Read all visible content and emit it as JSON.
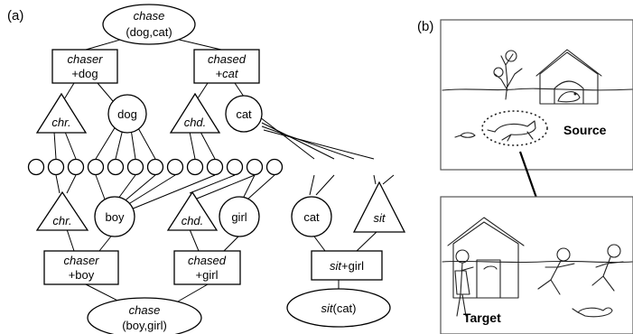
{
  "panel_a": {
    "label": "(a)",
    "top_prop": {
      "pred": "chase",
      "args": "(dog,cat)"
    },
    "chaser_dog": {
      "role": "chaser",
      "filler": "+dog"
    },
    "chased_cat": {
      "role": "chased",
      "filler": "+cat"
    },
    "chr_top": "chr.",
    "dog": "dog",
    "chd_top": "chd.",
    "cat_top": "cat",
    "boy": "boy",
    "girl": "girl",
    "cat_bottom": "cat",
    "chr_bottom": "chr.",
    "chd_bottom": "chd.",
    "sit": "sit",
    "chaser_boy": {
      "role": "chaser",
      "filler": "+boy"
    },
    "chased_girl": {
      "role": "chased",
      "filler": "+girl"
    },
    "sit_girl": {
      "role": "sit",
      "filler": "+girl"
    },
    "bottom_prop": {
      "pred": "chase",
      "args": "(boy,girl)"
    },
    "sit_cat": {
      "pred": "sit",
      "args": "(cat)"
    },
    "semantic_unit_count": 13
  },
  "panel_b": {
    "label": "(b)",
    "source_label": "Source",
    "target_label": "Target"
  }
}
